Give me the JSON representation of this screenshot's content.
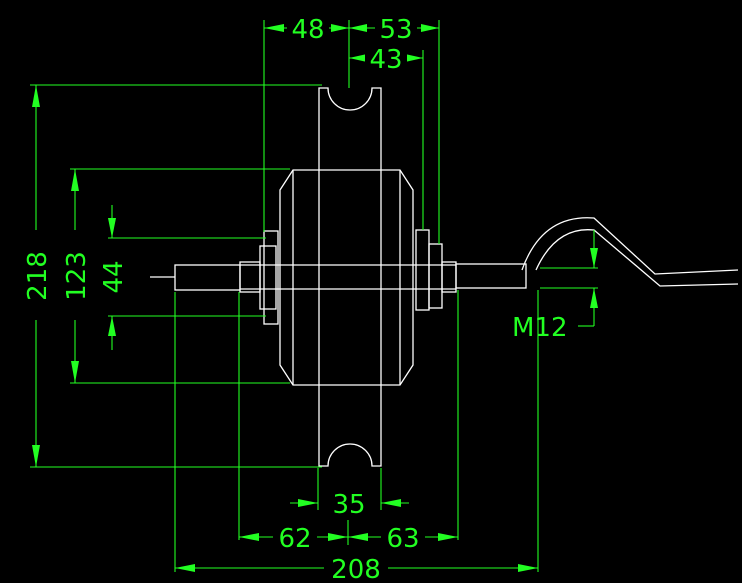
{
  "drawing": {
    "colors": {
      "background": "#000000",
      "outline": "#ffffff",
      "dimension": "#22ff22"
    },
    "dimensions": {
      "top_left": "48",
      "top_right": "53",
      "top_inner": "43",
      "left_outer": "218",
      "left_mid": "123",
      "left_inner": "44",
      "thread": "M12",
      "bottom_inner": "35",
      "bottom_left": "62",
      "bottom_right": "63",
      "bottom_total": "208"
    }
  }
}
